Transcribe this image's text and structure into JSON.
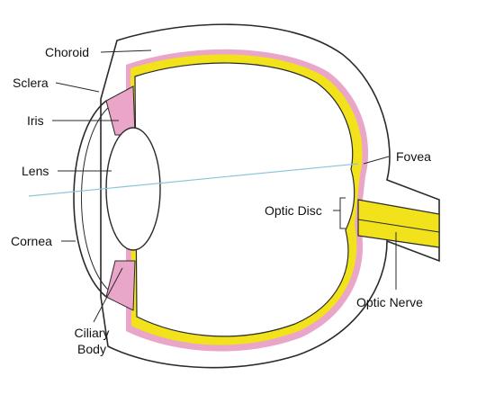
{
  "labels": {
    "choroid": "Choroid",
    "sclera": "Sclera",
    "iris": "Iris",
    "lens": "Lens",
    "cornea": "Cornea",
    "ciliary_body_line1": "Ciliary",
    "ciliary_body_line2": "Body",
    "fovea": "Fovea",
    "optic_disc": "Optic Disc",
    "optic_nerve": "Optic Nerve"
  },
  "colors": {
    "retina": "#f2e21c",
    "choroid": "#e9a6c8",
    "outline": "#2a2a2a",
    "visual_axis": "#8cc4dc",
    "background": "#ffffff"
  }
}
